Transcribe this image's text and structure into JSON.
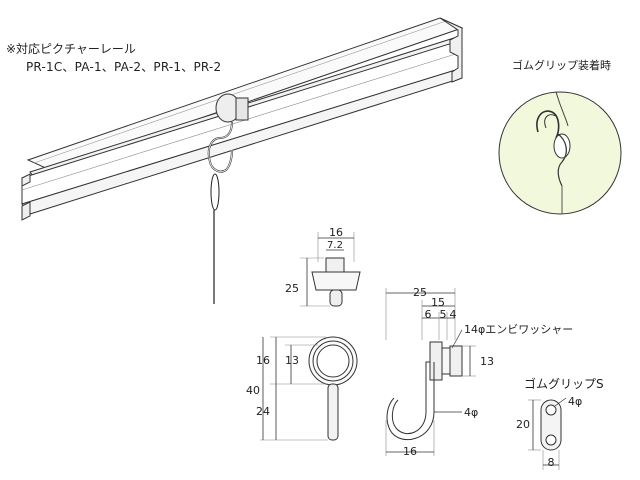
{
  "compatible_rails": {
    "heading": "※対応ピクチャーレール",
    "models": "PR-1C、PA-1、PA-2、PR-1、PR-2"
  },
  "detail": {
    "title": "ゴムグリップ装着時"
  },
  "side_view": {
    "width_top": "16",
    "width_neck": "7.2",
    "height_head": "25",
    "ring_upper": "16",
    "ring_upper_inner": "13",
    "total_height": "40",
    "lower_height": "24"
  },
  "front_view": {
    "depth_total": "25",
    "depth_15": "15",
    "depth_6": "6",
    "depth_5": "5",
    "depth_4": "4",
    "washer_label": "14φエンビワッシャー",
    "washer_height": "13",
    "hook_wire": "4φ",
    "hook_width": "16"
  },
  "grip": {
    "title": "ゴムグリップS",
    "hole": "4φ",
    "height": "20",
    "width": "8"
  }
}
